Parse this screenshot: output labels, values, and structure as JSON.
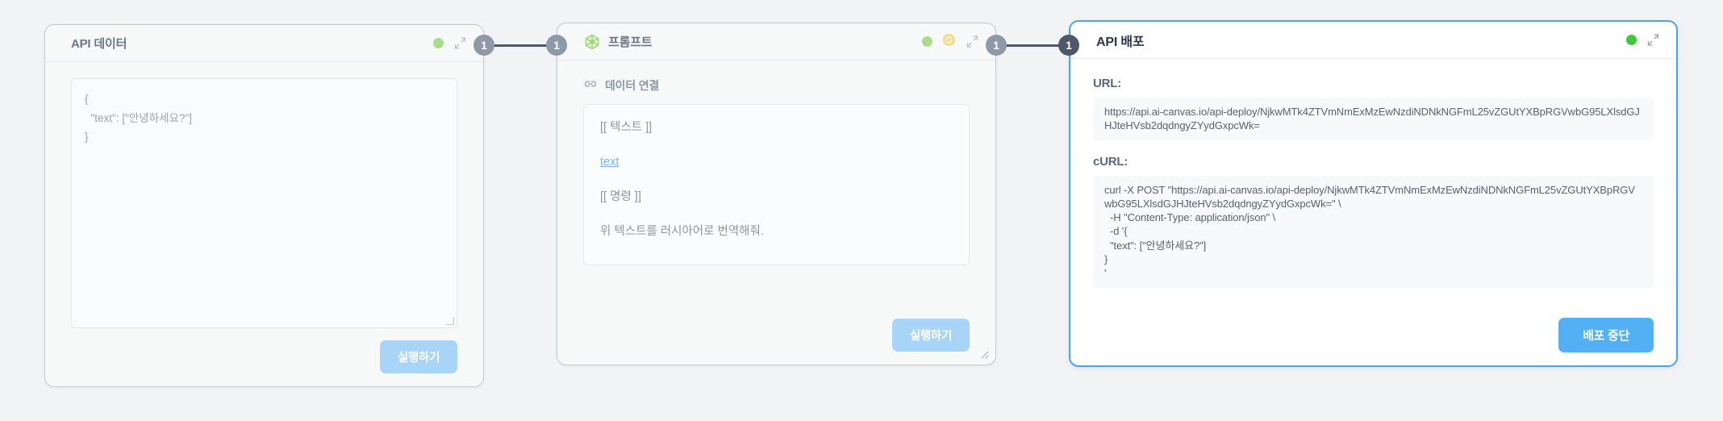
{
  "canvas": {
    "background": "#f2f3f5",
    "accent_blue": "#53b0f4",
    "accent_blue_pale": "#a8d4f7",
    "status_green_pale": "#a9dd8b",
    "status_green_bright": "#3cc93c",
    "port_grey": "#8d98a8",
    "port_dark": "#4d5769"
  },
  "nodes": [
    {
      "id": "api-data",
      "title": "API 데이터",
      "status_dot": "green-pale",
      "collapse_icon": "collapse-arrows-icon",
      "json_value": "{\n  \"text\": [\"안녕하세요?\"]\n}",
      "run_label": "실행하기",
      "output_port": "1"
    },
    {
      "id": "prompt",
      "title": "프롬프트",
      "title_icon": "hexagon-node-icon",
      "status_dot": "green-pale",
      "warning_icon": "yellow-orb-icon",
      "collapse_icon": "collapse-arrows-icon",
      "input_port": "1",
      "output_port": "1",
      "section": {
        "icon": "link-icon",
        "label": "데이터 연결"
      },
      "prompt_lines": [
        {
          "type": "text",
          "value": "[[ 텍스트 ]]"
        },
        {
          "type": "link",
          "value": "text"
        },
        {
          "type": "text",
          "value": "[[ 명령 ]]"
        },
        {
          "type": "text",
          "value": "위 텍스트를 러시아어로 번역해줘."
        }
      ],
      "run_label": "실행하기",
      "resize_handle": "resize-grip-icon"
    },
    {
      "id": "api-deploy",
      "title": "API 배포",
      "status_dot": "green-bright",
      "collapse_icon": "collapse-arrows-icon",
      "input_port": "1",
      "url_label": "URL:",
      "url_value": "https://api.ai-canvas.io/api-deploy/NjkwMTk4ZTVmNmExMzEwNzdiNDNkNGFmL25vZGUtYXBpRGVwbG95LXlsdGJHJteHVsb2dqdngyZYydGxpcWk=",
      "curl_label": "cURL:",
      "curl_value": "curl -X POST \"https://api.ai-canvas.io/api-deploy/NjkwMTk4ZTVmNmExMzEwNzdiNDNkNGFmL25vZGUtYXBpRGVwbG95LXlsdGJHJteHVsb2dqdngyZYydGxpcWk=\" \\\n  -H \"Content-Type: application/json\" \\\n  -d '{\n  \"text\": [\"안녕하세요?\"]\n}\n'",
      "stop_label": "배포 중단"
    }
  ]
}
